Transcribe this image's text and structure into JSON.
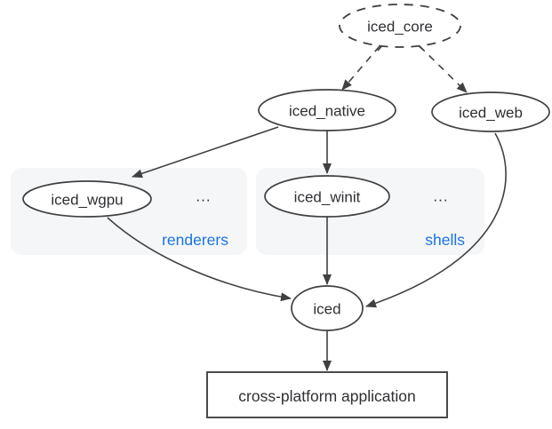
{
  "diagram": {
    "description": "Dependency graph of the iced GUI library ecosystem",
    "colors": {
      "background": "#ffffff",
      "line": "#3f4042",
      "text": "#2f3033",
      "node_fill": "#ffffff",
      "group_fill": "#f5f6f7",
      "group_label_blue": "#1a73e8",
      "app_rect_border": "#4a4b4d"
    },
    "nodes": {
      "iced_core": {
        "label": "iced_core",
        "shape": "ellipse",
        "border": "dashed"
      },
      "iced_native": {
        "label": "iced_native",
        "shape": "ellipse",
        "border": "solid"
      },
      "iced_web": {
        "label": "iced_web",
        "shape": "ellipse",
        "border": "solid"
      },
      "iced_wgpu": {
        "label": "iced_wgpu",
        "shape": "ellipse",
        "border": "solid"
      },
      "iced_winit": {
        "label": "iced_winit",
        "shape": "ellipse",
        "border": "solid"
      },
      "iced": {
        "label": "iced",
        "shape": "ellipse",
        "border": "solid"
      },
      "application": {
        "label": "cross-platform application",
        "shape": "rectangle",
        "border": "solid"
      }
    },
    "groups": {
      "renderers": {
        "label": "renderers",
        "ellipsis": "...",
        "members": [
          "iced_wgpu"
        ]
      },
      "shells": {
        "label": "shells",
        "ellipsis": "...",
        "members": [
          "iced_winit"
        ]
      }
    },
    "edges": [
      {
        "from": "iced_core",
        "to": "iced_native",
        "style": "dashed",
        "arrow": "filled"
      },
      {
        "from": "iced_core",
        "to": "iced_web",
        "style": "dashed",
        "arrow": "filled"
      },
      {
        "from": "iced_native",
        "to": "iced_wgpu",
        "style": "solid",
        "arrow": "filled"
      },
      {
        "from": "iced_native",
        "to": "iced_winit",
        "style": "solid",
        "arrow": "filled"
      },
      {
        "from": "iced_wgpu",
        "to": "iced",
        "style": "solid",
        "arrow": "filled"
      },
      {
        "from": "iced_winit",
        "to": "iced",
        "style": "solid",
        "arrow": "filled"
      },
      {
        "from": "iced_web",
        "to": "iced",
        "style": "solid",
        "arrow": "filled"
      },
      {
        "from": "iced",
        "to": "application",
        "style": "solid",
        "arrow": "filled"
      }
    ]
  }
}
